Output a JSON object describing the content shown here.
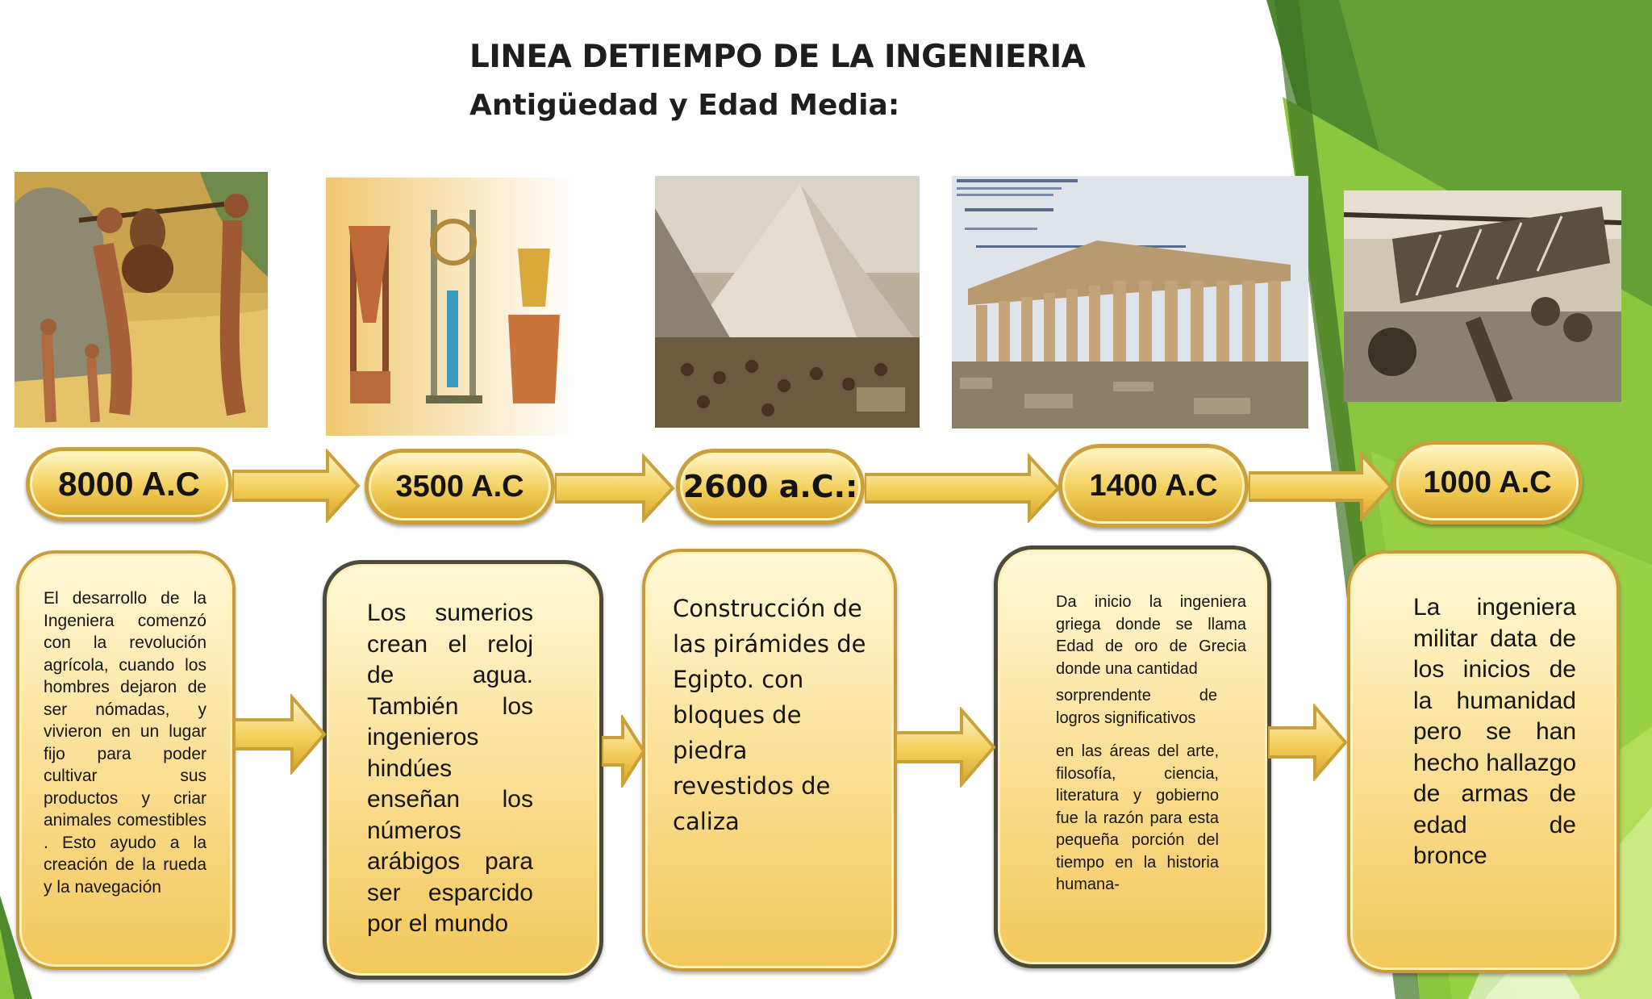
{
  "title": "LINEA DETIEMPO DE LA INGENIERIA",
  "subtitle": "Antigüedad y Edad Media:",
  "accent_colors": {
    "pill_fill": "#f2cd58",
    "pill_border": "#caa03a",
    "card_fill": "#fbe29c",
    "green_dark": "#4f8a2f",
    "green_light": "#8cc63e"
  },
  "events": [
    {
      "date": "8000 A.C",
      "image": "prehistoric-hunters-image",
      "description": "El desarrollo de la Ingeniera comenzó con la revolución agrícola, cuando los hombres dejaron de ser nómadas, y vivieron en un lugar fijo para poder cultivar sus productos y criar animales comestibles . Esto ayudo a la creación de la rueda y la navegación"
    },
    {
      "date": "3500 A.C",
      "image": "water-clocks-image",
      "description": "Los sumerios crean el reloj de agua. También los ingenieros hindúes enseñan los números arábigos para ser esparcido por el mundo"
    },
    {
      "date": "2600 a.C.:",
      "image": "pyramid-construction-image",
      "description": "Construcción de las pirámides de Egipto. con bloques de piedra revestidos de caliza"
    },
    {
      "date": "1400 A.C",
      "image": "parthenon-image",
      "description_parts": [
        "Da inicio la ingeniera griega donde se llama Edad de oro de Grecia donde una cantidad",
        "sorprendente de logros significativos",
        "en las áreas del arte, filosofía, ciencia, literatura y gobierno fue la razón para esta pequeña porción del tiempo en la historia humana-"
      ]
    },
    {
      "date": "1000 A.C",
      "image": "military-engineering-image",
      "description": "La ingeniera militar data de los inicios de la humanidad pero se han hecho hallazgo de armas de edad de bronce"
    }
  ]
}
